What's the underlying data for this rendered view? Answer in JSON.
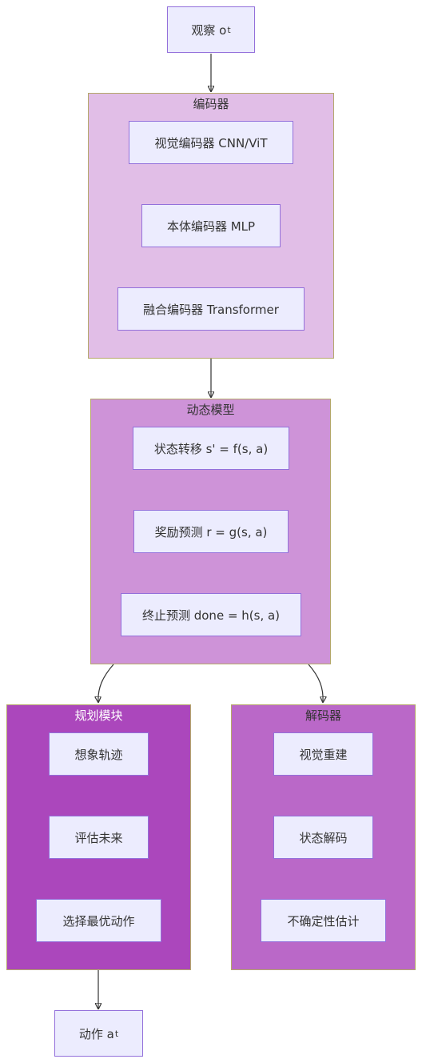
{
  "colors": {
    "encoder_bg": "#e1bee7",
    "dynamics_bg": "#ce93d8",
    "planning_bg": "#ab47bc",
    "decoder_bg": "#ba68c8",
    "node_bg": "#ececfe",
    "node_border": "#9370db",
    "group_border": "#b5a86a"
  },
  "observation": {
    "label": "观察 o",
    "sub": "t"
  },
  "encoder": {
    "title": "编码器",
    "nodes": [
      "视觉编码器 CNN/ViT",
      "本体编码器 MLP",
      "融合编码器 Transformer"
    ]
  },
  "dynamics": {
    "title": "动态模型",
    "nodes": [
      "状态转移 s' = f(s, a)",
      "奖励预测 r = g(s, a)",
      "终止预测 done = h(s, a)"
    ]
  },
  "planning": {
    "title": "规划模块",
    "nodes": [
      "想象轨迹",
      "评估未来",
      "选择最优动作"
    ]
  },
  "decoder": {
    "title": "解码器",
    "nodes": [
      "视觉重建",
      "状态解码",
      "不确定性估计"
    ]
  },
  "action": {
    "label": "动作 a",
    "sub": "t"
  }
}
